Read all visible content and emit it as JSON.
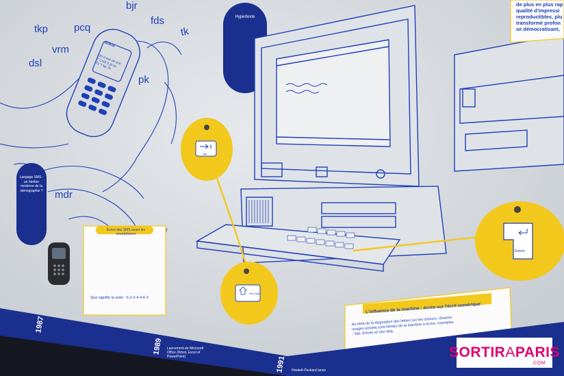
{
  "colors": {
    "wall": "#d9dde2",
    "ink_blue": "#1f3fb8",
    "yellow": "#f3c81d",
    "dark_floor": "#1d1f24"
  },
  "phone_abbreviations": [
    "bjr",
    "tkp",
    "pcq",
    "fds",
    "tk",
    "vrm",
    "dsl",
    "pk",
    "mdr"
  ],
  "phone_screen_text": "On s'voit ce soir ? Coût 2 pr la TV ? bjr 7h",
  "phone_brand": "NOKIA",
  "sms_panel": {
    "title": "Langage SMS : un héritier moderne de la sténographie ?"
  },
  "hypertext_panel": {
    "title": "Hypertexte"
  },
  "sms_card": {
    "title": "Écrire des SMS avant les smartphones",
    "question": "Que signifie la suite : 6-2-2-4-4-6-3"
  },
  "keys": {
    "tab": "Tab",
    "enter": "Entrée",
    "caps": "Verr Maj"
  },
  "machine_card": {
    "title": "L'influence de la machine : écrire sur l'écrit numérique",
    "body": "Au-delà de la disposition des lettres sur les claviers, d'autres usages actuels sont hérités de la machine à écrire, exemples : Tab, Entrée et Verr Maj."
  },
  "top_right_card": {
    "lines": [
      "de plus en plus rap",
      "qualité d'impressi",
      "reproductibles, plu",
      "transformé profon",
      "se démocratisant,"
    ]
  },
  "timeline": [
    {
      "year": "1987"
    },
    {
      "year": "1989",
      "text": "Lancement de Microsoft Office (Word, Excel et PowerPoint)"
    },
    {
      "year": "1991",
      "text": "Hewlett-Packard lance"
    }
  ],
  "watermark": {
    "brand_part1": "SORTIR",
    "brand_part2": "A",
    "brand_part3": "PARIS",
    "domain": ".COM"
  }
}
